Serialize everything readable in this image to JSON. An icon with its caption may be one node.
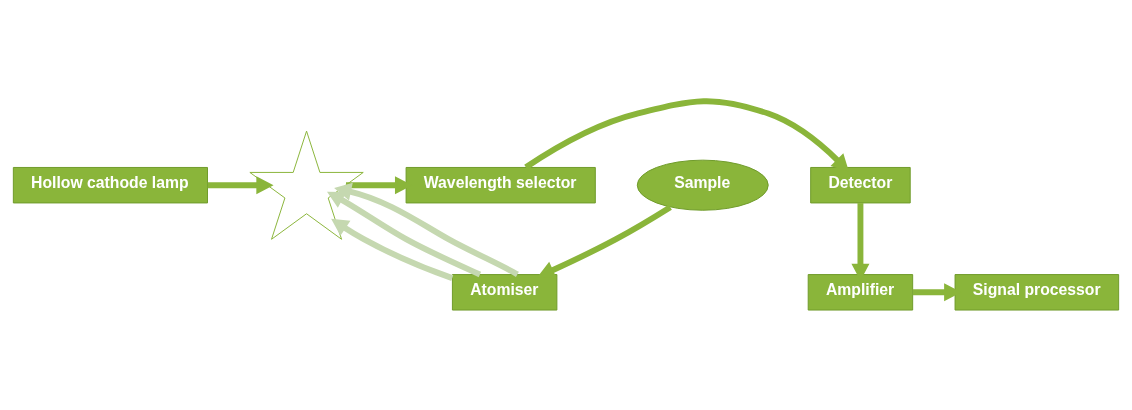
{
  "diagram": {
    "nodes": [
      {
        "text": [
          "Hollow cathode lamp"
        ]
      },
      {
        "text": [],
        "shape": "star"
      },
      {
        "text": [
          "Wavelength selector"
        ]
      },
      {
        "text": [
          "Detector"
        ]
      },
      {
        "text": [
          "Amplifier"
        ]
      },
      {
        "text": [
          "Signal processor"
        ]
      },
      {
        "text": [
          "Atomiser"
        ]
      },
      {
        "text": [
          "Sample"
        ]
      }
    ],
    "edges": [
      {
        "from": 0,
        "to": 1,
        "arrow": "to"
      },
      {
        "from": 1,
        "to": 2,
        "arrow": "to"
      },
      {
        "from": 2,
        "to": 3,
        "arrow": "to"
      },
      {
        "from": 3,
        "to": 4,
        "arrow": "to"
      },
      {
        "from": 4,
        "to": 5,
        "arrow": "to"
      },
      {
        "from": 7,
        "to": 6,
        "arrow": "to"
      },
      {
        "from": 6,
        "to": 1,
        "arrow": "to",
        "color": "#c5d8b0"
      },
      {
        "from": 6,
        "to": 1,
        "arrow": "to",
        "color": "#c5d8b0"
      },
      {
        "from": 6,
        "to": 1,
        "arrow": "to",
        "color": "#c5d8b0"
      }
    ]
  }
}
